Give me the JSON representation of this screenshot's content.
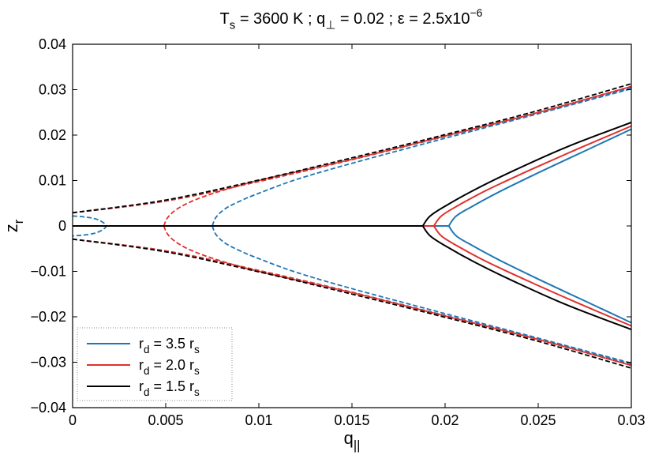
{
  "chart_data": {
    "type": "line",
    "title": {
      "parts": [
        {
          "text": "T"
        },
        {
          "text": "s",
          "sub": true
        },
        {
          "text": " = 3600 K ; q"
        },
        {
          "text": "⊥",
          "sub": true
        },
        {
          "text": " = 0.02 ; ε = 2.5x10"
        },
        {
          "text": "−6",
          "sup": true
        }
      ]
    },
    "xlabel": {
      "parts": [
        {
          "text": "q"
        },
        {
          "text": "||",
          "sub": true
        }
      ]
    },
    "ylabel": {
      "parts": [
        {
          "text": "z"
        },
        {
          "text": "r",
          "sub": true
        }
      ]
    },
    "xlim": [
      0,
      0.03
    ],
    "ylim": [
      -0.04,
      0.04
    ],
    "xticks": [
      0,
      0.005,
      0.01,
      0.015,
      0.02,
      0.025,
      0.03
    ],
    "xtick_labels": [
      "0",
      "0.005",
      "0.01",
      "0.015",
      "0.02",
      "0.025",
      "0.03"
    ],
    "yticks": [
      -0.04,
      -0.03,
      -0.02,
      -0.01,
      0,
      0.01,
      0.02,
      0.03,
      0.04
    ],
    "ytick_labels": [
      "−0.04",
      "−0.03",
      "−0.02",
      "−0.01",
      "0",
      "0.01",
      "0.02",
      "0.03",
      "0.04"
    ],
    "grid": false,
    "legend_position": "bottom-left",
    "legend_border": "dotted",
    "style_note": "solid = stable branch, dashed = unstable branch",
    "series": [
      {
        "legend_parts": [
          {
            "text": "r"
          },
          {
            "text": "d",
            "sub": true
          },
          {
            "text": " = 3.5 r"
          },
          {
            "text": "s",
            "sub": true
          }
        ],
        "color": "#1f77b4",
        "stable_axis": [
          [
            0,
            0
          ],
          [
            0.0202,
            0
          ]
        ],
        "unstable_axis_inner": [
          [
            0.0017,
            0
          ]
        ],
        "unstable_outer": [
          [
            0,
            0.0029
          ],
          [
            0.005,
            0.0055
          ],
          [
            0.01,
            0.0098
          ],
          [
            0.015,
            0.0146
          ],
          [
            0.02,
            0.0197
          ],
          [
            0.025,
            0.0249
          ],
          [
            0.03,
            0.0304
          ]
        ],
        "unstable_inner_loop": [
          [
            0,
            0.0022
          ],
          [
            0.0008,
            0.0019
          ],
          [
            0.0014,
            0.0013
          ],
          [
            0.0018,
            0
          ],
          [
            0.0014,
            -0.0013
          ],
          [
            0.0008,
            -0.0019
          ],
          [
            0,
            -0.0022
          ]
        ],
        "unstable_lower_branch": [
          [
            0.0075,
            0
          ],
          [
            0.0077,
            0.0019
          ],
          [
            0.0082,
            0.0038
          ],
          [
            0.009,
            0.0055
          ],
          [
            0.01,
            0.0072
          ],
          [
            0.012,
            0.0102
          ],
          [
            0.015,
            0.0138
          ],
          [
            0.02,
            0.0193
          ],
          [
            0.025,
            0.0247
          ],
          [
            0.03,
            0.0302
          ]
        ],
        "stable_branch": [
          [
            0.0202,
            0
          ],
          [
            0.0206,
            0.0022
          ],
          [
            0.0215,
            0.0044
          ],
          [
            0.023,
            0.0077
          ],
          [
            0.025,
            0.0117
          ],
          [
            0.0275,
            0.0165
          ],
          [
            0.03,
            0.0213
          ]
        ]
      },
      {
        "legend_parts": [
          {
            "text": "r"
          },
          {
            "text": "d",
            "sub": true
          },
          {
            "text": " = 2.0 r"
          },
          {
            "text": "s",
            "sub": true
          }
        ],
        "color": "#e0302b",
        "stable_axis": [
          [
            0,
            0
          ],
          [
            0.0194,
            0
          ]
        ],
        "unstable_outer": [
          [
            0,
            0.0029
          ],
          [
            0.005,
            0.0055
          ],
          [
            0.01,
            0.0098
          ],
          [
            0.015,
            0.0146
          ],
          [
            0.02,
            0.0198
          ],
          [
            0.025,
            0.025
          ],
          [
            0.03,
            0.0307
          ]
        ],
        "unstable_lower_branch": [
          [
            0.0049,
            0
          ],
          [
            0.0051,
            0.0018
          ],
          [
            0.0056,
            0.0037
          ],
          [
            0.0065,
            0.0056
          ],
          [
            0.0078,
            0.0075
          ],
          [
            0.01,
            0.01
          ],
          [
            0.015,
            0.0147
          ],
          [
            0.02,
            0.0198
          ],
          [
            0.025,
            0.025
          ],
          [
            0.03,
            0.0307
          ]
        ],
        "stable_branch": [
          [
            0.0194,
            0
          ],
          [
            0.0198,
            0.0022
          ],
          [
            0.0207,
            0.0045
          ],
          [
            0.0222,
            0.0078
          ],
          [
            0.0245,
            0.0122
          ],
          [
            0.0272,
            0.0171
          ],
          [
            0.03,
            0.022
          ]
        ]
      },
      {
        "legend_parts": [
          {
            "text": "r"
          },
          {
            "text": "d",
            "sub": true
          },
          {
            "text": " = 1.5 r"
          },
          {
            "text": "s",
            "sub": true
          }
        ],
        "color": "#000000",
        "stable_axis": [
          [
            0,
            0
          ],
          [
            0.0188,
            0
          ]
        ],
        "unstable_outer": [
          [
            0,
            0.0029
          ],
          [
            0.005,
            0.0057
          ],
          [
            0.01,
            0.0101
          ],
          [
            0.015,
            0.015
          ],
          [
            0.02,
            0.0201
          ],
          [
            0.025,
            0.0254
          ],
          [
            0.03,
            0.0313
          ]
        ],
        "stable_branch": [
          [
            0.0188,
            0
          ],
          [
            0.0192,
            0.0022
          ],
          [
            0.0201,
            0.0046
          ],
          [
            0.0216,
            0.008
          ],
          [
            0.0238,
            0.0124
          ],
          [
            0.0266,
            0.0175
          ],
          [
            0.03,
            0.0228
          ]
        ]
      }
    ]
  }
}
